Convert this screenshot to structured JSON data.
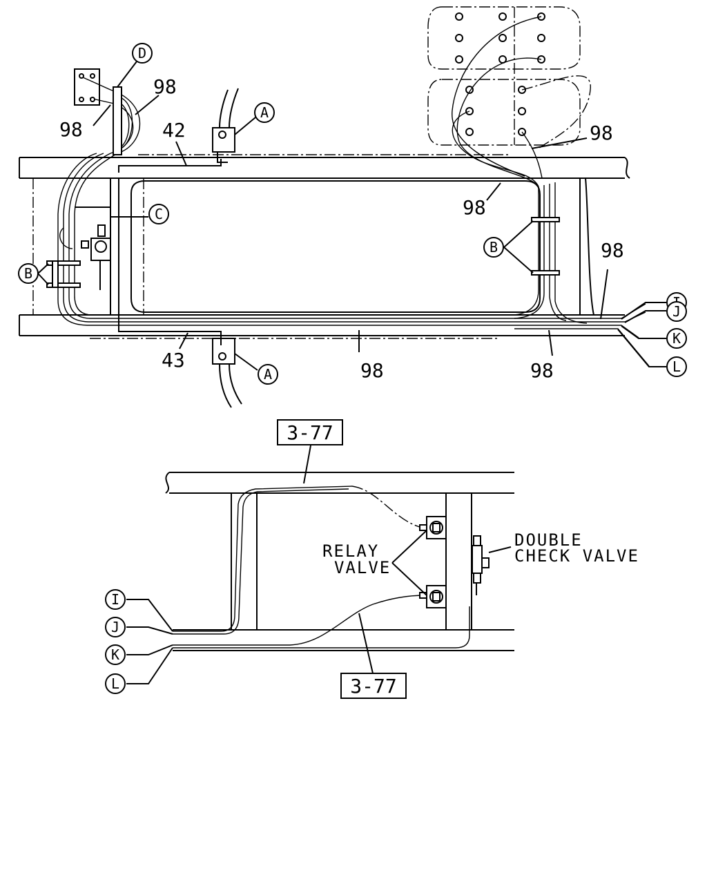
{
  "labels": {
    "part_98": "98",
    "part_42": "42",
    "part_43": "43",
    "ref_3_77": "3-77"
  },
  "callouts": {
    "A": "A",
    "B": "B",
    "C": "C",
    "D": "D",
    "I": "I",
    "J": "J",
    "K": "K",
    "L": "L"
  },
  "components": {
    "relay_valve_line1": "RELAY",
    "relay_valve_line2": "VALVE",
    "double_check_line1": "DOUBLE",
    "double_check_line2": "CHECK VALVE"
  }
}
